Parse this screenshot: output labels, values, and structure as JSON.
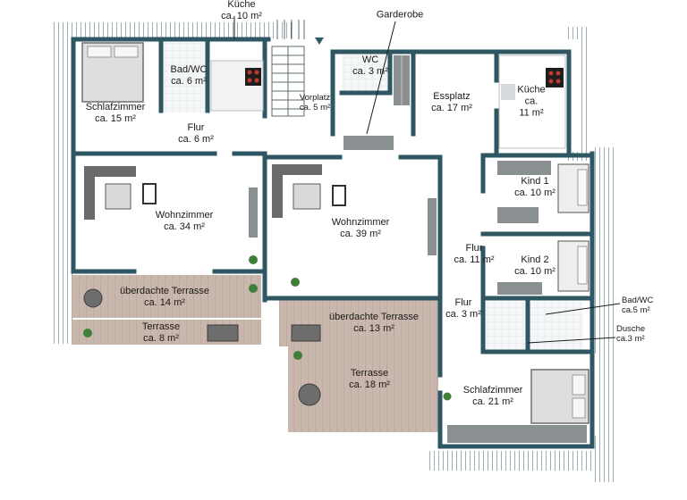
{
  "plan": {
    "rooms": [
      {
        "id": "kueche-left",
        "name": "Küche",
        "area": "ca. 10 m²"
      },
      {
        "id": "bad-wc-left",
        "name": "Bad/WC",
        "area": "ca. 6 m²"
      },
      {
        "id": "schlafzimmer-left",
        "name": "Schlafzimmer",
        "area": "ca. 15 m²"
      },
      {
        "id": "flur-left",
        "name": "Flur",
        "area": "ca. 6 m²"
      },
      {
        "id": "vorplatz",
        "name": "Vorplatz",
        "area": "ca. 5 m²"
      },
      {
        "id": "garderobe",
        "name": "Garderobe",
        "area": ""
      },
      {
        "id": "wc",
        "name": "WC",
        "area": "ca. 3 m²"
      },
      {
        "id": "essplatz",
        "name": "Essplatz",
        "area": "ca. 17 m²"
      },
      {
        "id": "kueche-right",
        "name": "Küche",
        "area": "ca.\n11 m²"
      },
      {
        "id": "kind1",
        "name": "Kind 1",
        "area": "ca. 10 m²"
      },
      {
        "id": "wohnzimmer-left",
        "name": "Wohnzimmer",
        "area": "ca. 34 m²"
      },
      {
        "id": "wohnzimmer-mid",
        "name": "Wohnzimmer",
        "area": "ca. 39 m²"
      },
      {
        "id": "flur-mid",
        "name": "Flur",
        "area": "ca. 11 m²"
      },
      {
        "id": "kind2",
        "name": "Kind 2",
        "area": "ca. 10 m²"
      },
      {
        "id": "ueb-terrasse-left",
        "name": "überdachte Terrasse",
        "area": "ca. 14 m²"
      },
      {
        "id": "terrasse-left",
        "name": "Terrasse",
        "area": "ca. 8 m²"
      },
      {
        "id": "ueb-terrasse-mid",
        "name": "überdachte Terrasse",
        "area": "ca. 13 m²"
      },
      {
        "id": "flur-small",
        "name": "Flur",
        "area": "ca. 3 m²"
      },
      {
        "id": "bad-wc-right",
        "name": "Bad/WC",
        "area": "ca.5 m²"
      },
      {
        "id": "dusche",
        "name": "Dusche",
        "area": "ca.3 m²"
      },
      {
        "id": "terrasse-mid",
        "name": "Terrasse",
        "area": "ca. 18 m²"
      },
      {
        "id": "schlafzimmer-right",
        "name": "Schlafzimmer",
        "area": "ca. 21 m²"
      }
    ]
  }
}
